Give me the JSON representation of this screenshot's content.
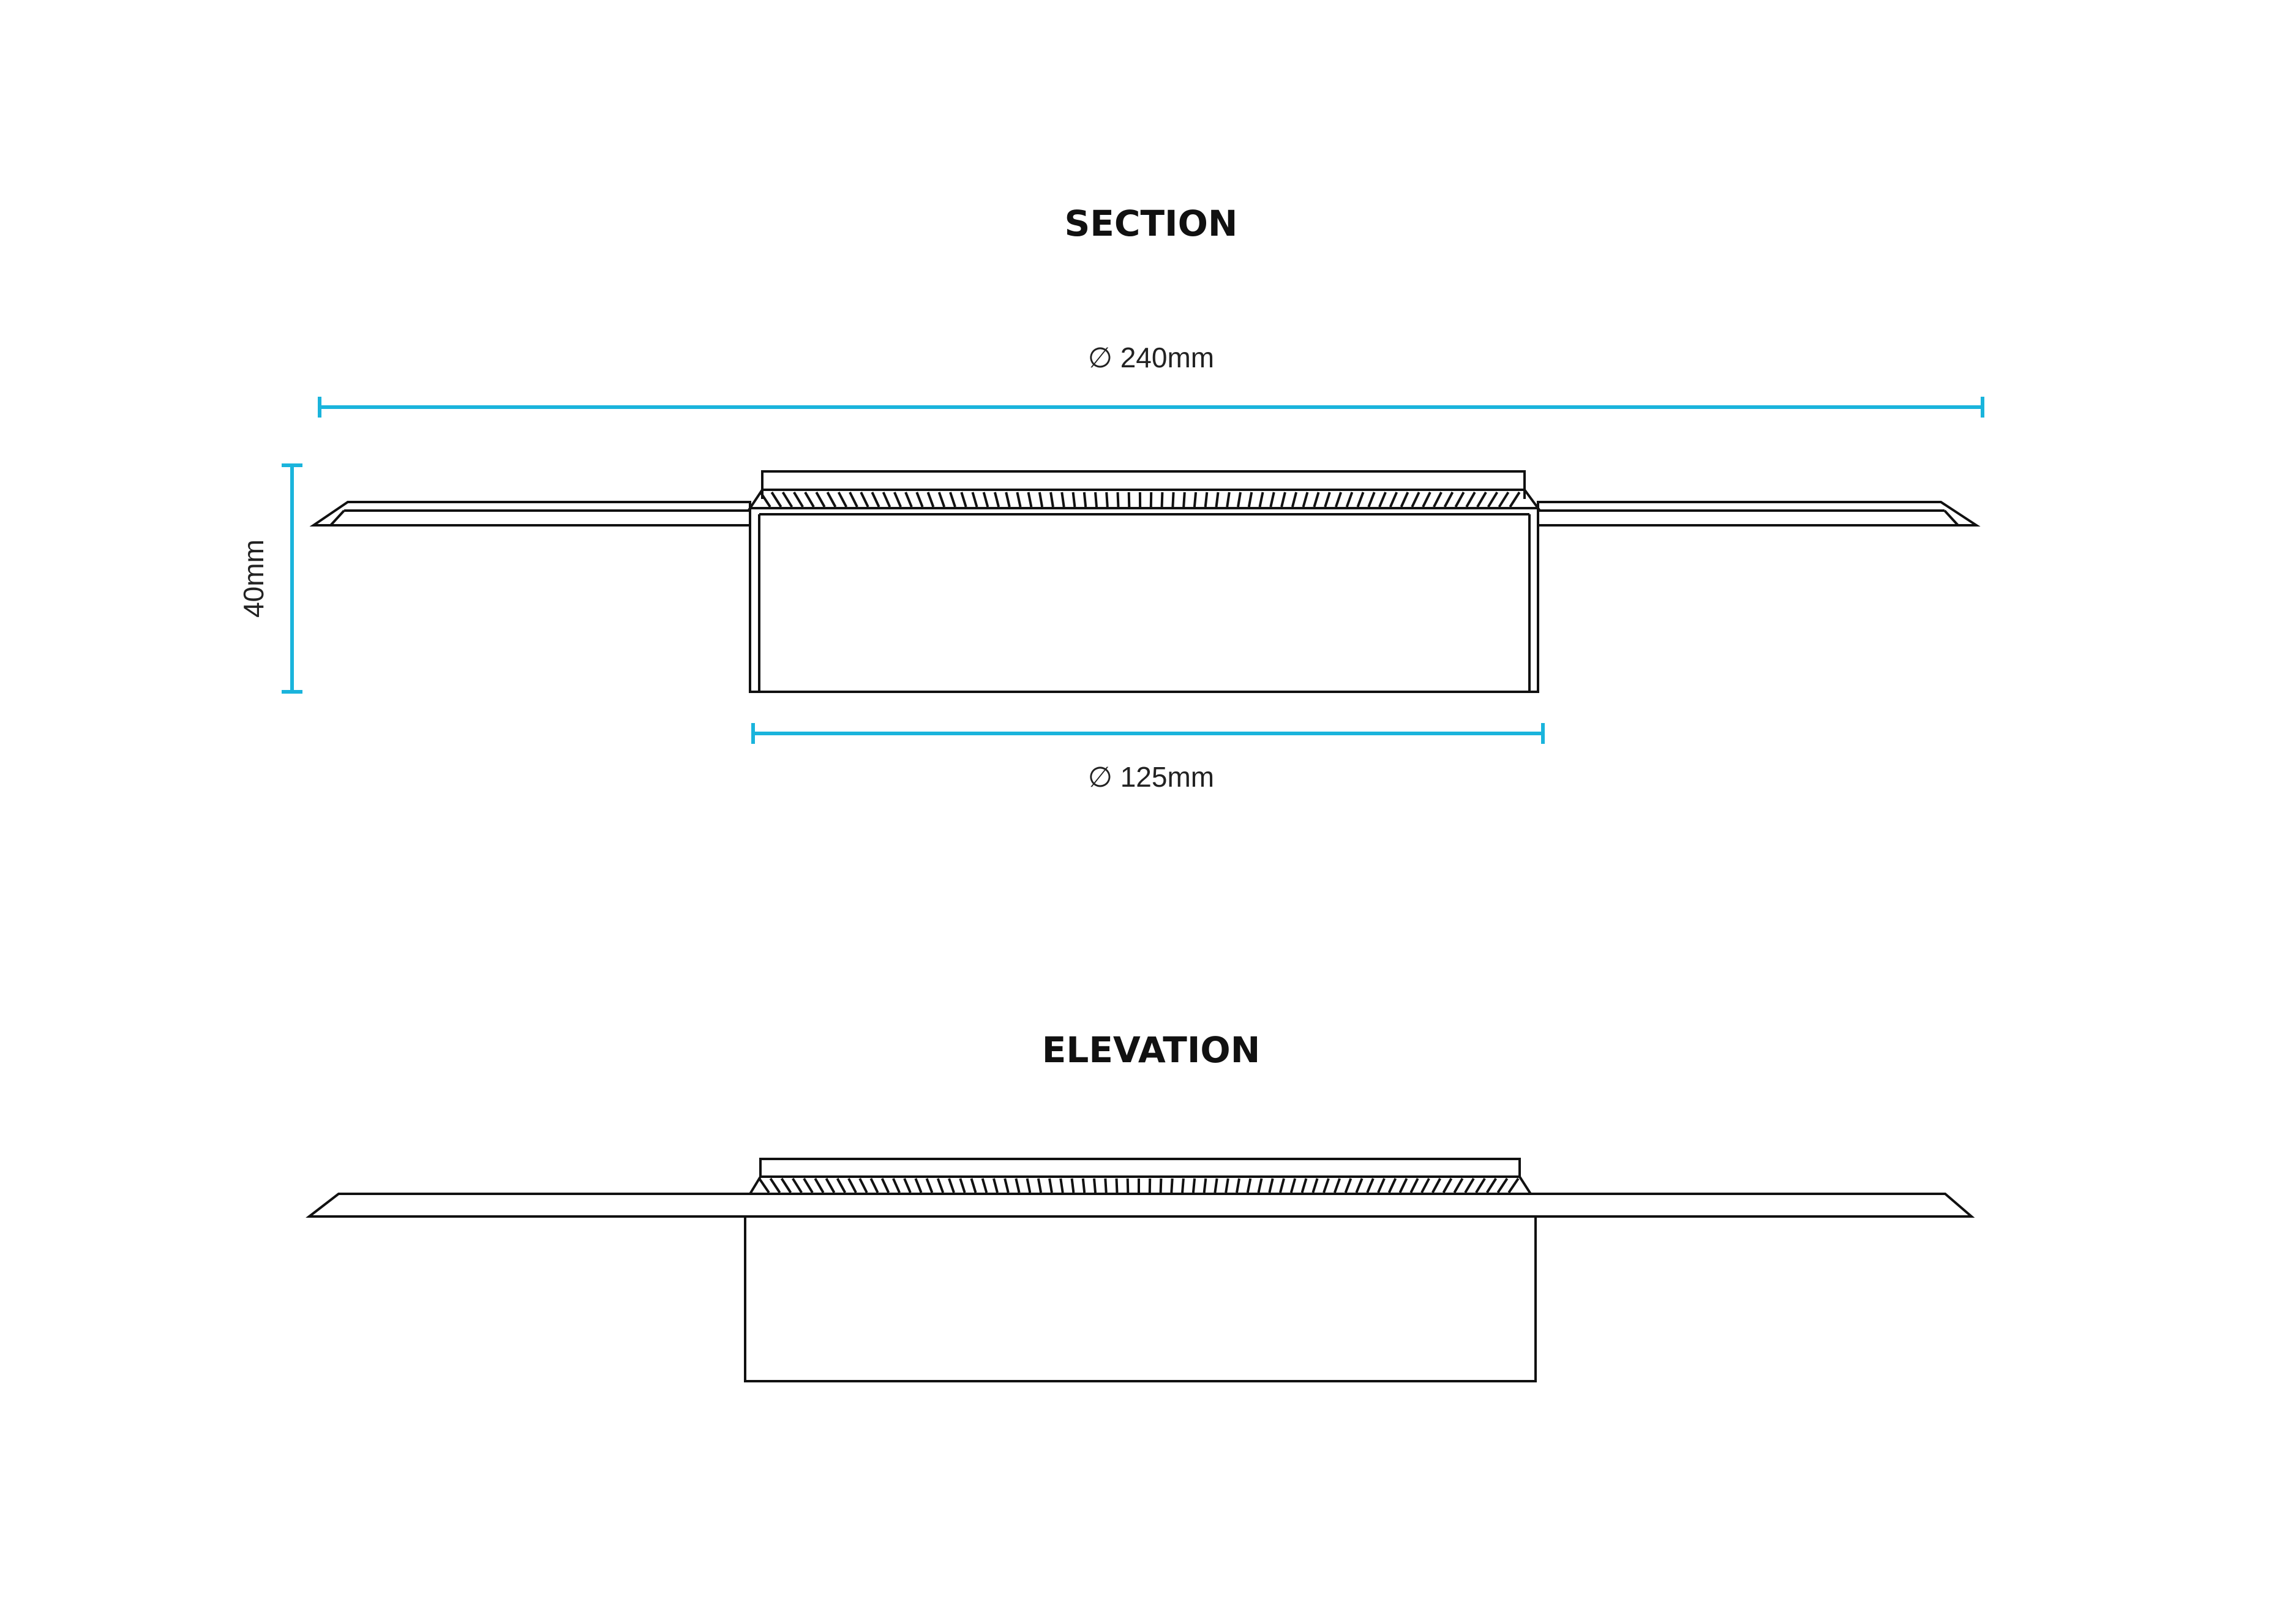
{
  "section": {
    "title": "SECTION",
    "dimensions": {
      "overall_diameter": "∅ 240mm",
      "cutout_diameter": "∅ 125mm",
      "height": "40mm"
    }
  },
  "elevation": {
    "title": "ELEVATION"
  },
  "colors": {
    "dimension_line": "#1ab4dc",
    "outline": "#111111",
    "background": "#ffffff"
  }
}
